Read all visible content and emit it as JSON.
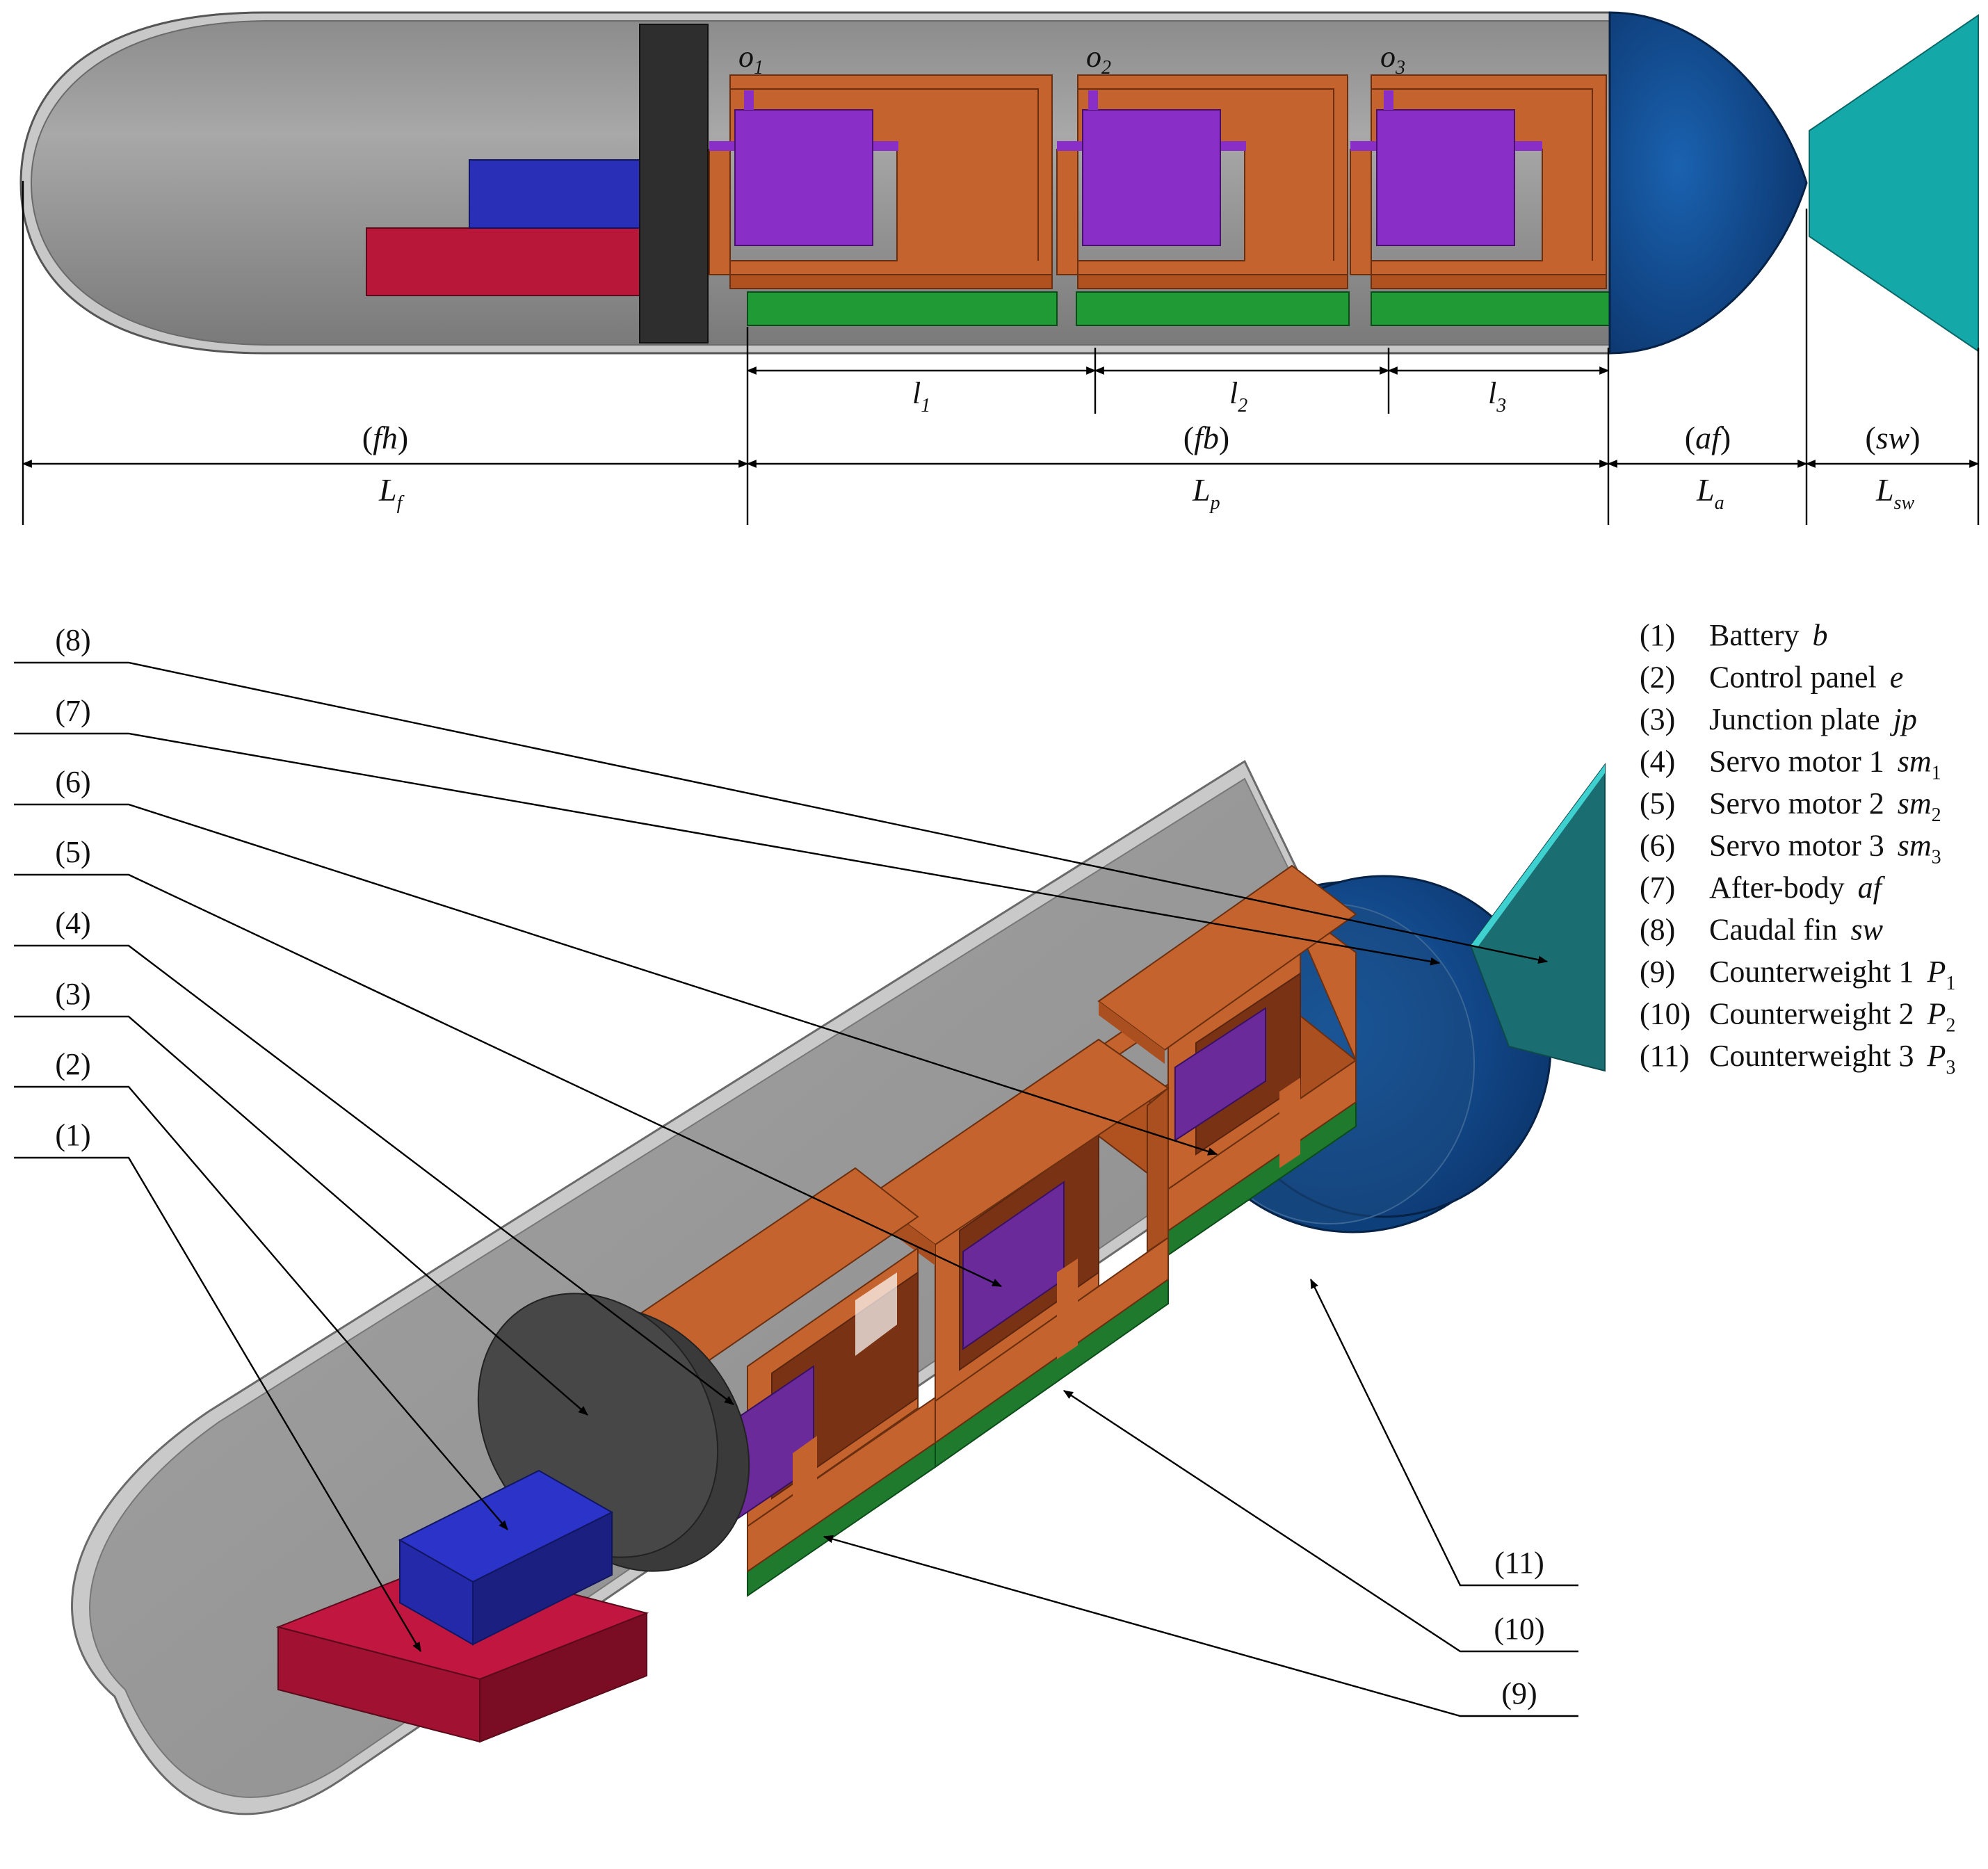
{
  "top_view": {
    "markers": [
      {
        "base": "o",
        "sub": "1"
      },
      {
        "base": "o",
        "sub": "2"
      },
      {
        "base": "o",
        "sub": "3"
      }
    ],
    "dims_upper": [
      {
        "base": "l",
        "sub": "1"
      },
      {
        "base": "l",
        "sub": "2"
      },
      {
        "base": "l",
        "sub": "3"
      }
    ],
    "sections": [
      {
        "tag": "fh",
        "base": "L",
        "sub": "f"
      },
      {
        "tag": "fb",
        "base": "L",
        "sub": "p"
      },
      {
        "tag": "af",
        "base": "L",
        "sub": "a"
      },
      {
        "tag": "sw",
        "base": "L",
        "sub": "sw"
      }
    ]
  },
  "callouts": {
    "left": [
      "(8)",
      "(7)",
      "(6)",
      "(5)",
      "(4)",
      "(3)",
      "(2)",
      "(1)"
    ],
    "right": [
      "(11)",
      "(10)",
      "(9)"
    ]
  },
  "legend": [
    {
      "num": "(1)",
      "name": "Battery",
      "sym": "b",
      "sub": ""
    },
    {
      "num": "(2)",
      "name": "Control panel",
      "sym": "e",
      "sub": ""
    },
    {
      "num": "(3)",
      "name": "Junction plate",
      "sym": "jp",
      "sub": ""
    },
    {
      "num": "(4)",
      "name": "Servo motor 1",
      "sym": "sm",
      "sub": "1"
    },
    {
      "num": "(5)",
      "name": "Servo motor 2",
      "sym": "sm",
      "sub": "2"
    },
    {
      "num": "(6)",
      "name": "Servo motor 3",
      "sym": "sm",
      "sub": "3"
    },
    {
      "num": "(7)",
      "name": "After-body",
      "sym": "af",
      "sub": ""
    },
    {
      "num": "(8)",
      "name": "Caudal fin",
      "sym": "sw",
      "sub": ""
    },
    {
      "num": "(9)",
      "name": "Counterweight 1",
      "sym": "P",
      "sub": "1"
    },
    {
      "num": "(10)",
      "name": "Counterweight 2",
      "sym": "P",
      "sub": "2"
    },
    {
      "num": "(11)",
      "name": "Counterweight 3",
      "sym": "P",
      "sub": "3"
    }
  ],
  "colors": {
    "hull": "#9a9a9a",
    "junction_plate": "#2e2e2e",
    "battery": "#b8173a",
    "control_panel": "#2a2fb8",
    "bracket": "#c4632d",
    "servo": "#8a2ec8",
    "counterweight": "#1f9a35",
    "after_body": "#0d4a8e",
    "caudal_fin": "#14a8a8"
  }
}
